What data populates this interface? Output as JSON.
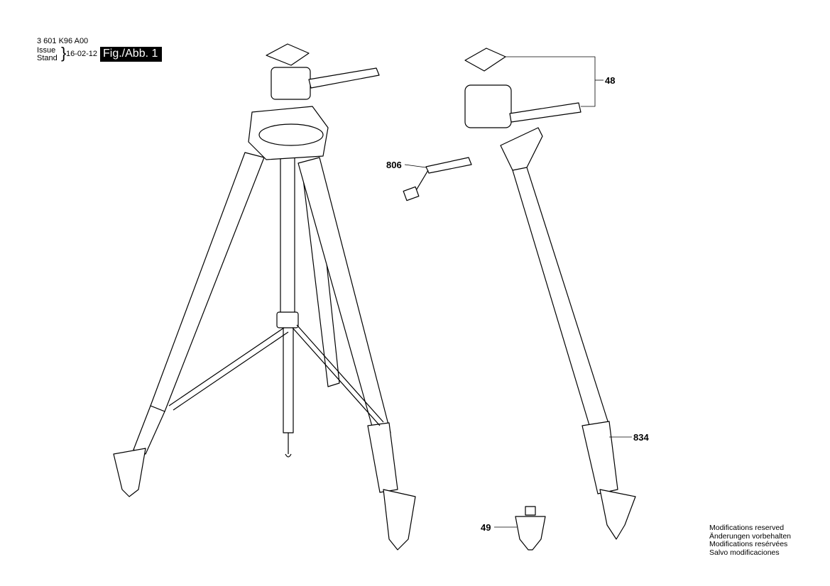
{
  "header": {
    "doc_number": "3 601 K96 A00",
    "issue_label": "Issue",
    "stand_label": "Stand",
    "date": "16-02-12",
    "figure": "Fig./Abb. 1"
  },
  "parts": [
    {
      "id": "48",
      "name": "tripod-head-assembly"
    },
    {
      "id": "806",
      "name": "crank"
    },
    {
      "id": "834",
      "name": "tripod-leg"
    },
    {
      "id": "49",
      "name": "adapter-foot"
    }
  ],
  "notes": [
    "Modifications reserved",
    "Änderungen vorbehalten",
    "Modifications resérvées",
    "Salvo modificaciones"
  ]
}
